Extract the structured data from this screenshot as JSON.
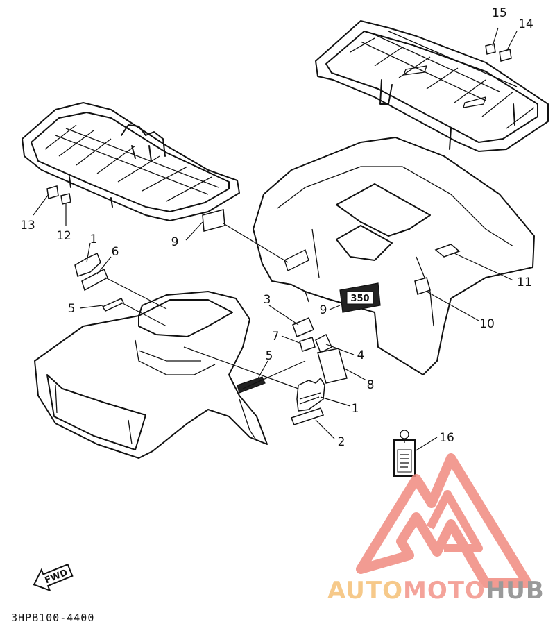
{
  "diagram": {
    "part_number": "3HPB100-4400",
    "callouts": {
      "c1a": "1",
      "c1b": "1",
      "c2": "2",
      "c3": "3",
      "c4": "4",
      "c5a": "5",
      "c5b": "5",
      "c6": "6",
      "c7": "7",
      "c8": "8",
      "c9a": "9",
      "c9b": "9",
      "c10": "10",
      "c11": "11",
      "c12": "12",
      "c13": "13",
      "c14": "14",
      "c15": "15",
      "c16": "16"
    },
    "fwd_label": "FWD",
    "decal_350_text": "350"
  },
  "watermark": {
    "auto": "AUTO",
    "moto": "MOTO",
    "hub": "HUB",
    "colors": {
      "auto": "#f6c98a",
      "moto": "#f4a39a",
      "hub": "#9a9a9a",
      "logo": "#f08a80"
    }
  }
}
